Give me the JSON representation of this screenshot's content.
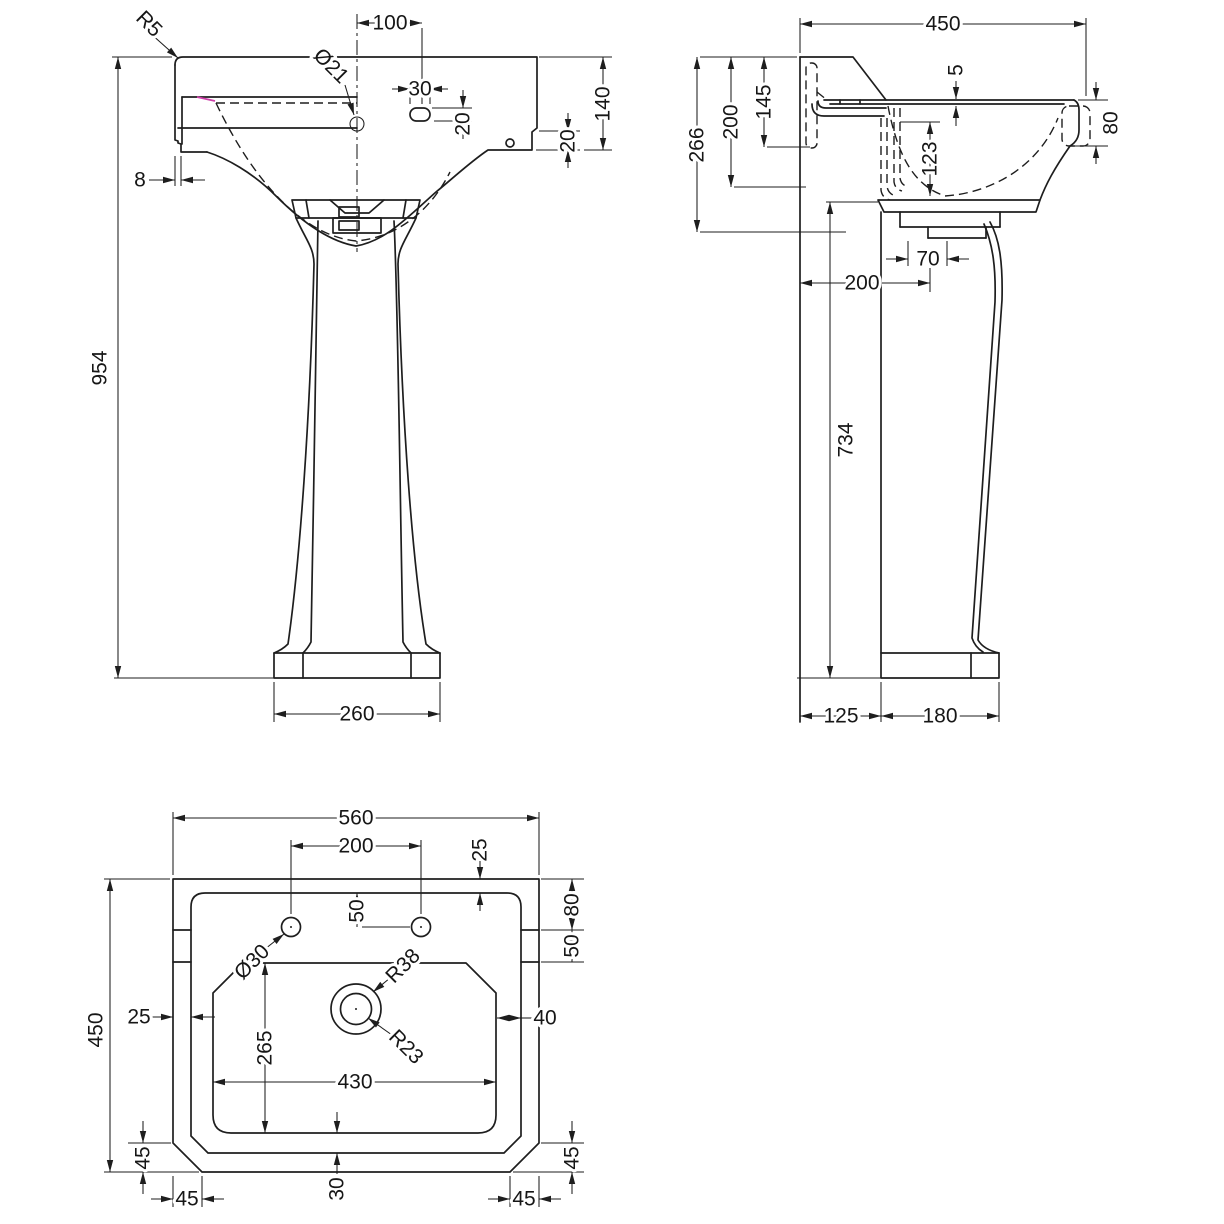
{
  "drawing": {
    "type": "technical-orthographic-drawing",
    "subject": "pedestal wash basin",
    "colors": {
      "line": "#1e1e1e",
      "background": "#ffffff",
      "highlight_artifact": "#cc3fa8"
    }
  },
  "front": {
    "corner_radius": "R5",
    "taphole_dia": "Ø21",
    "taphole_offset": "100",
    "overflow_width": "30",
    "overflow_height": "20",
    "edge_step": "20",
    "rim_depth": "140",
    "wall_thickness": "8",
    "overall_height": "954",
    "base_width": "260"
  },
  "side": {
    "overall_depth": "450",
    "rim_thickness": "5",
    "back_recess": "145",
    "bracket_depth": "200",
    "basin_depth_overall": "266",
    "front_apron": "80",
    "bowl_depth": "123",
    "outlet_width": "70",
    "outlet_centre": "200",
    "pedestal_height": "734",
    "wall_offset": "125",
    "base_depth": "180"
  },
  "plan": {
    "overall_width": "560",
    "taphole_centres": "200",
    "rim_top": "25",
    "notch_offset": "80",
    "notch_height": "50",
    "taphole_setback": "50",
    "taphole_dia": "Ø30",
    "waste_outer": "R38",
    "waste_inner": "R23",
    "rim_left": "25",
    "rim_right": "40",
    "bowl_depth": "265",
    "bowl_width": "430",
    "overall_depth": "450",
    "chamfer_left_v": "45",
    "chamfer_left_h": "45",
    "bottom_gap": "30",
    "chamfer_right_v": "45",
    "chamfer_right_h": "45"
  }
}
